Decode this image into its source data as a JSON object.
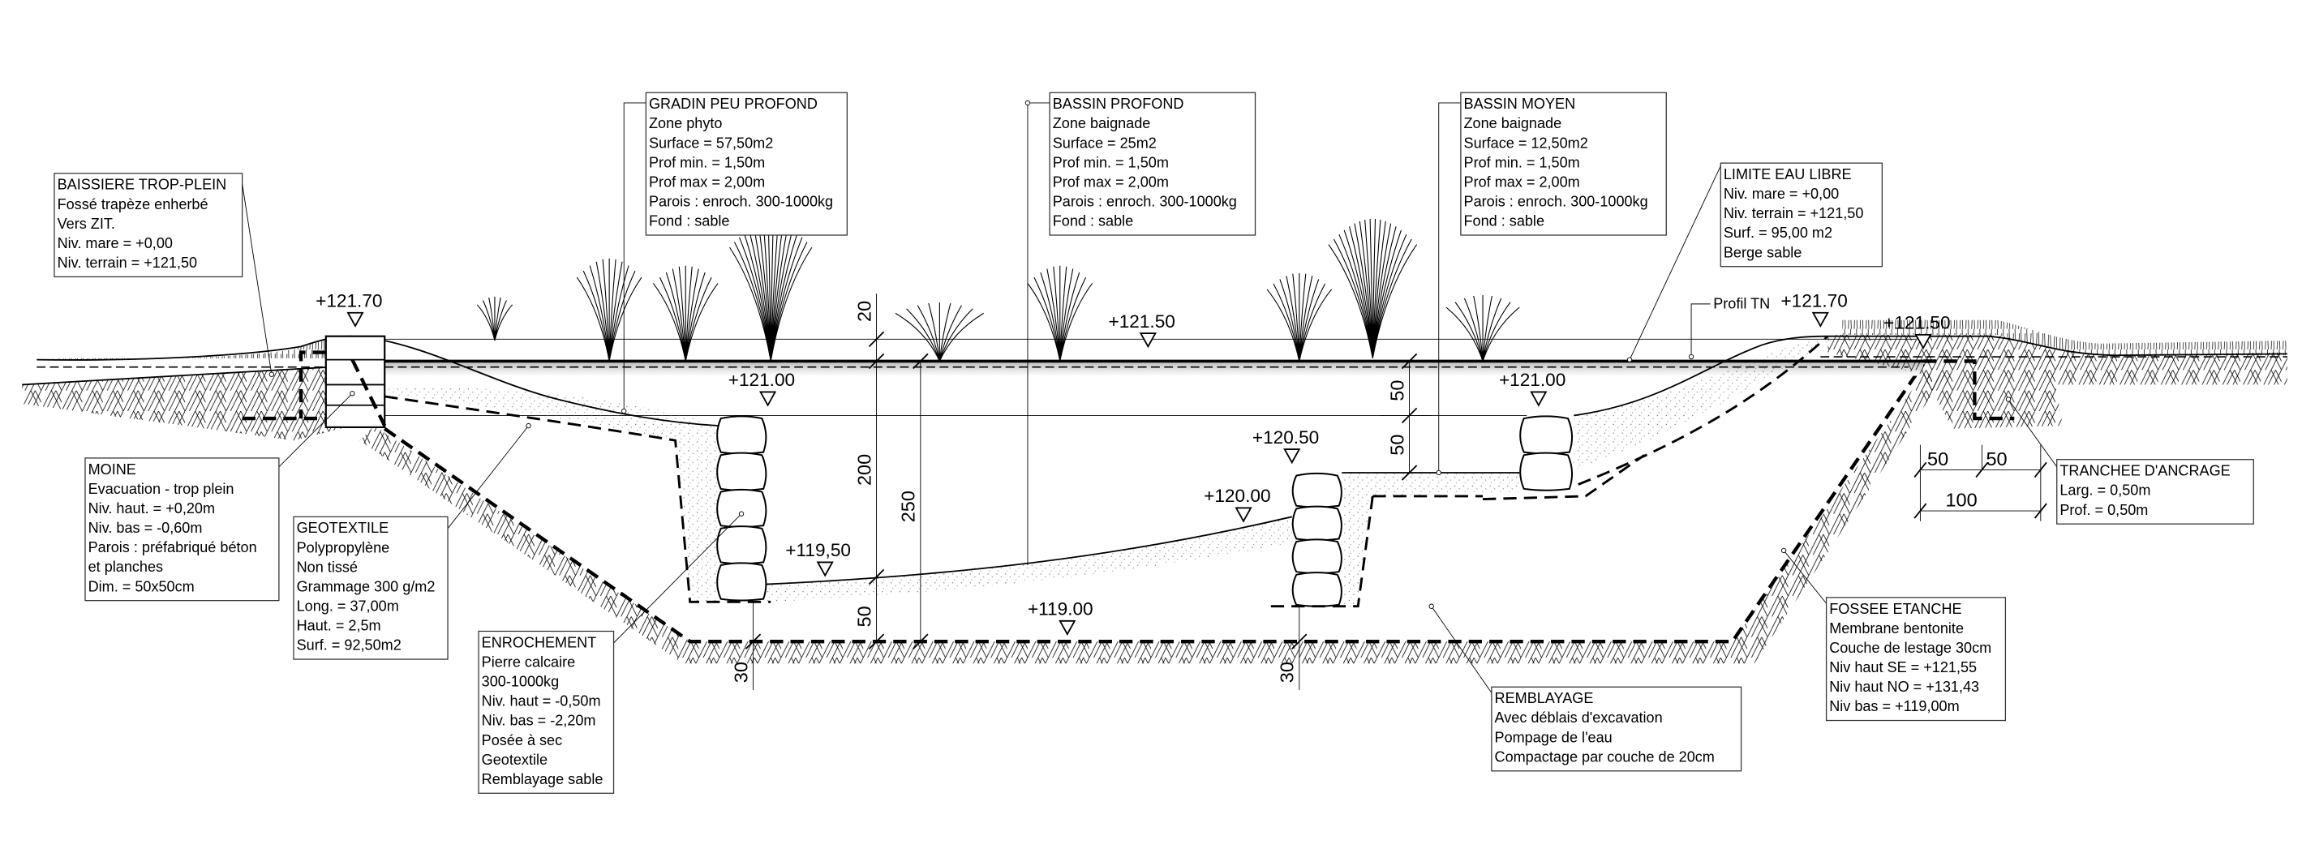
{
  "callouts": [
    {
      "id": "baissiere",
      "title": "BAISSIERE TROP-PLEIN",
      "lines": [
        "Fossé trapèze enherbé",
        "Vers ZIT.",
        "Niv. mare = +0,00",
        "Niv. terrain = +121,50"
      ]
    },
    {
      "id": "gradin",
      "title": "GRADIN PEU PROFOND",
      "lines": [
        "Zone phyto",
        "Surface = 57,50m2",
        "Prof min. = 1,50m",
        "Prof max = 2,00m",
        "Parois : enroch. 300-1000kg",
        "Fond : sable"
      ]
    },
    {
      "id": "bassin-profond",
      "title": "BASSIN PROFOND",
      "lines": [
        "Zone baignade",
        "Surface = 25m2",
        "Prof min. = 1,50m",
        "Prof max = 2,00m",
        "Parois : enroch. 300-1000kg",
        "Fond : sable"
      ]
    },
    {
      "id": "bassin-moyen",
      "title": "BASSIN MOYEN",
      "lines": [
        "Zone baignade",
        "Surface = 12,50m2",
        "Prof min. = 1,50m",
        "Prof max = 2,00m",
        "Parois : enroch. 300-1000kg",
        "Fond : sable"
      ]
    },
    {
      "id": "limite-eau-libre",
      "title": "LIMITE EAU LIBRE",
      "lines": [
        "Niv. mare = +0,00",
        "Niv. terrain = +121,50",
        "Surf. = 95,00 m2",
        "Berge sable"
      ]
    },
    {
      "id": "moine",
      "title": "MOINE",
      "lines": [
        "Evacuation - trop plein",
        "Niv. haut. = +0,20m",
        "Niv. bas = -0,60m",
        "Parois : préfabriqué béton",
        "et planches",
        "Dim. = 50x50cm"
      ]
    },
    {
      "id": "geotextile",
      "title": "GEOTEXTILE",
      "lines": [
        "Polypropylène",
        "Non tissé",
        "Grammage 300 g/m2",
        "Long. = 37,00m",
        "Haut. = 2,5m",
        "Surf. = 92,50m2"
      ]
    },
    {
      "id": "enrochement",
      "title": "ENROCHEMENT",
      "lines": [
        "Pierre calcaire",
        "300-1000kg",
        "Niv. haut = -0,50m",
        "Niv. bas = -2,20m",
        "Posée à sec",
        "Geotextile",
        "Remblayage sable"
      ]
    },
    {
      "id": "remblayage",
      "title": "REMBLAYAGE",
      "lines": [
        "Avec déblais d'excavation",
        "Pompage de l'eau",
        "Compactage par couche de 20cm"
      ]
    },
    {
      "id": "fossee-etanche",
      "title": "FOSSEE ETANCHE",
      "lines": [
        "Membrane bentonite",
        "Couche de lestage 30cm",
        "Niv haut SE = +121,55",
        "Niv haut NO = +131,43",
        "Niv bas = +119,00m"
      ]
    },
    {
      "id": "tranchee",
      "title": "TRANCHEE D'ANCRAGE",
      "lines": [
        "Larg. = 0,50m",
        "Prof. = 0,50m"
      ]
    }
  ],
  "profil_tn": "Profil TN",
  "elevations": {
    "left_crest": "+121.70",
    "water": "+121.50",
    "gradin_top": "+121.00",
    "profond_bottom": "+119,50",
    "profond_high": "+120.00",
    "moyen_shelf": "+120.50",
    "moyen_top": "+121.00",
    "excavation_bottom": "+119.00",
    "right_crest": "+121.70",
    "right_terrain": "+121.50"
  },
  "dimensions": {
    "d20": "20",
    "d200": "200",
    "d250": "250",
    "d50_bottom": "50",
    "d50_upper": "50",
    "d50_lower": "50",
    "d30_left": "30",
    "d30_right": "30",
    "tr50a": "50",
    "tr50b": "50",
    "tr100": "100"
  }
}
